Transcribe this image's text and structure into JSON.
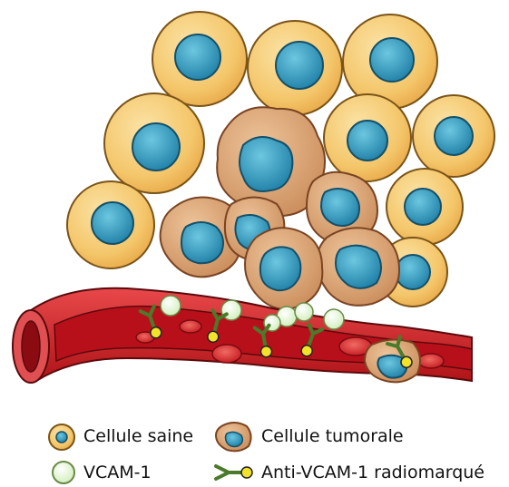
{
  "legend": {
    "healthy_cell": {
      "label": "Cellule saine",
      "icon": "healthy-cell-icon"
    },
    "tumor_cell": {
      "label": "Cellule tumorale",
      "icon": "tumor-cell-icon"
    },
    "vcam1": {
      "label": "VCAM-1",
      "icon": "vcam1-sphere-icon"
    },
    "antibody": {
      "label": "Anti-VCAM-1 radiomarqué",
      "icon": "radiolabeled-antibody-icon"
    }
  },
  "colors": {
    "healthy_cytoplasm": "#f4c66a",
    "healthy_membrane": "#e0a23c",
    "nucleus": "#2b8fb5",
    "tumor_cytoplasm": "#d9a070",
    "tumor_membrane": "#a86a3c",
    "vessel_wall": "#d8262a",
    "blood": "#c8101a",
    "red_cell": "#e0383a",
    "vcam1": "#e9f8d8",
    "antibody": "#6aa040",
    "radiation": "#f2e22a"
  }
}
